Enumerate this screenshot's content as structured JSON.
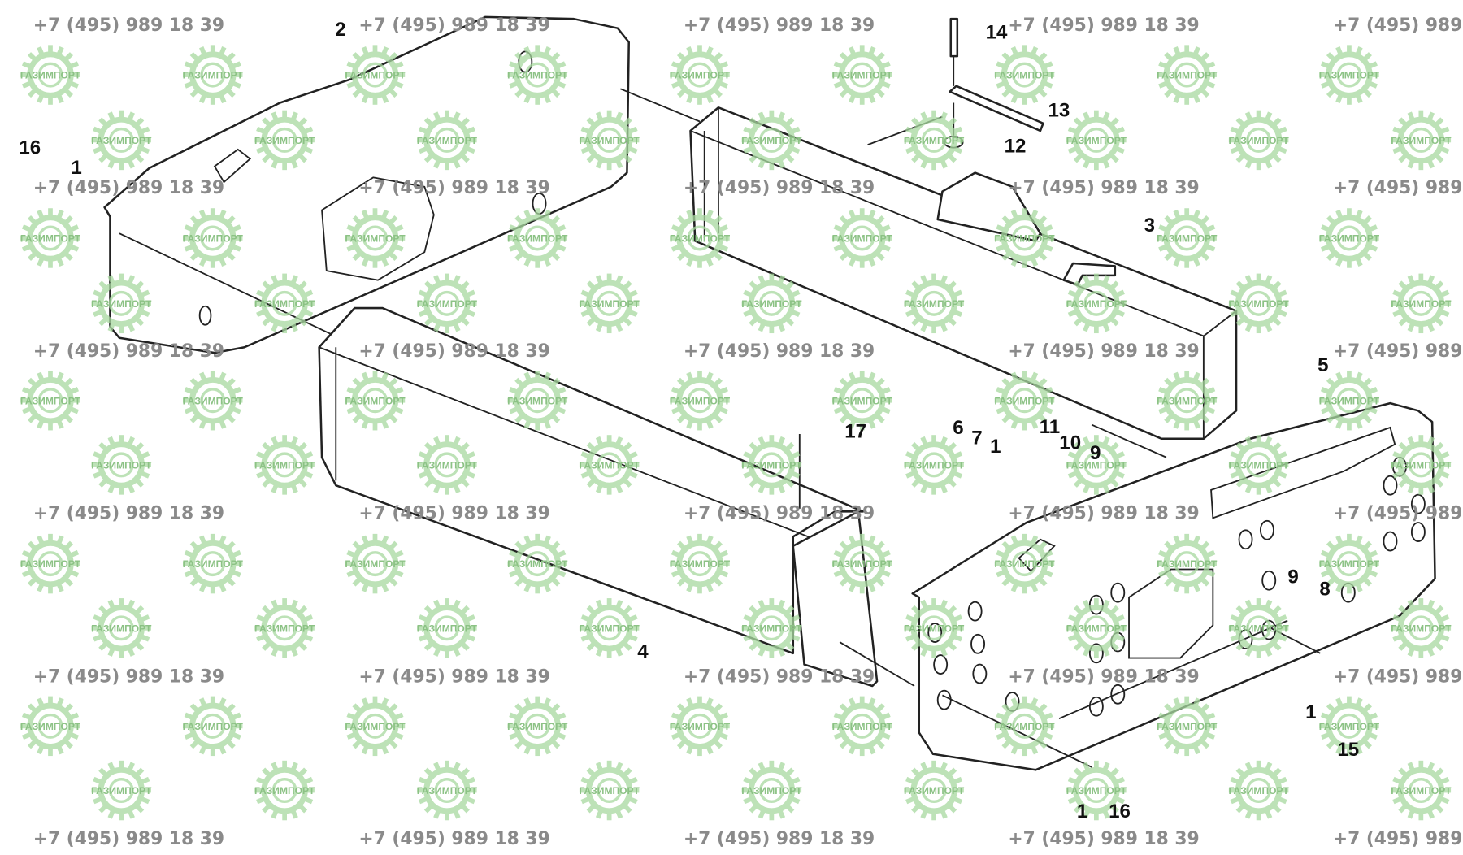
{
  "watermark": {
    "phone": "+7 (495) 989 18 39",
    "logo_text": "ГАЗИМПОРТ",
    "logo_color": "#a8d9a0"
  },
  "callouts": [
    {
      "id": "c2",
      "text": "2"
    },
    {
      "id": "c14",
      "text": "14"
    },
    {
      "id": "c13",
      "text": "13"
    },
    {
      "id": "c12",
      "text": "12"
    },
    {
      "id": "c16a",
      "text": "16"
    },
    {
      "id": "c1a",
      "text": "1"
    },
    {
      "id": "c3",
      "text": "3"
    },
    {
      "id": "c5",
      "text": "5"
    },
    {
      "id": "c17",
      "text": "17"
    },
    {
      "id": "c11",
      "text": "11"
    },
    {
      "id": "c10",
      "text": "10"
    },
    {
      "id": "c9a",
      "text": "9"
    },
    {
      "id": "c6",
      "text": "6"
    },
    {
      "id": "c7",
      "text": "7"
    },
    {
      "id": "c1b",
      "text": "1"
    },
    {
      "id": "c9b",
      "text": "9"
    },
    {
      "id": "c8",
      "text": "8"
    },
    {
      "id": "c4",
      "text": "4"
    },
    {
      "id": "c1c",
      "text": "1"
    },
    {
      "id": "c15",
      "text": "15"
    },
    {
      "id": "c1d",
      "text": "1"
    },
    {
      "id": "c16b",
      "text": "16"
    }
  ]
}
